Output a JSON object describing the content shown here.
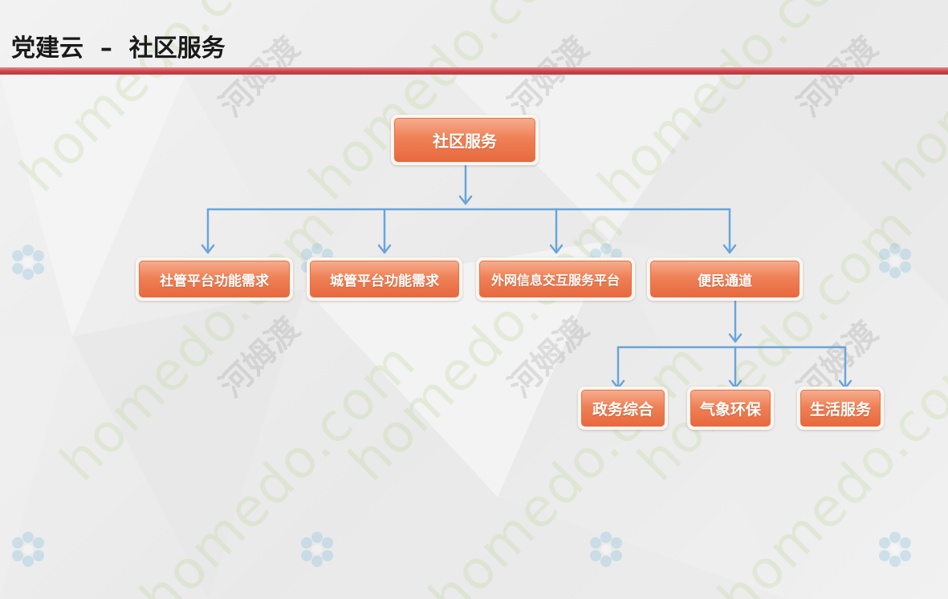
{
  "title": "党建云  –  社区服务",
  "colors": {
    "node_top": "#f6ad8e",
    "node_bottom": "#e8693e",
    "connector": "#6aa5da",
    "title_rule": "#c9444a"
  },
  "watermark": {
    "latin": "homedo.com",
    "chinese": "河姆渡"
  },
  "chart": {
    "root": "社区服务",
    "level1": [
      "社管平台功能需求",
      "城管平台功能需求",
      "外网信息交互服务平台",
      "便民通道"
    ],
    "level2": [
      "政务综合",
      "气象环保",
      "生活服务"
    ]
  }
}
